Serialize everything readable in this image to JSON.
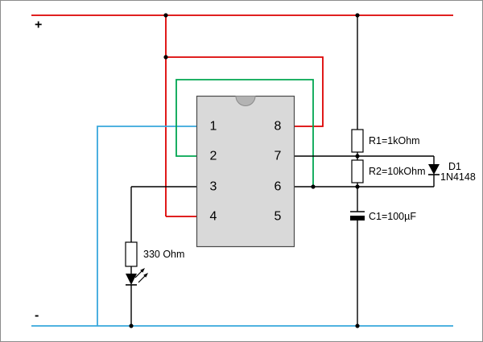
{
  "diagram": {
    "power_rails": {
      "positive_label": "+",
      "negative_label": "-"
    },
    "ic": {
      "left_pins": [
        "1",
        "2",
        "3",
        "4"
      ],
      "right_pins": [
        "8",
        "7",
        "6",
        "5"
      ]
    },
    "labels": {
      "r1": "R1=1kOhm",
      "r2": "R2=10kOhm",
      "c1": "C1=100µF",
      "d1_name": "D1",
      "d1_part": "1N4148",
      "led_resistor": "330 Ohm"
    },
    "colors": {
      "positive_wire": "#dc0000",
      "negative_wire": "#38a8dc",
      "signal_wire": "#00a651",
      "black_wire": "#000000",
      "ic_fill": "#d9d9d9",
      "ic_notch_fill": "#b3b3b3"
    }
  }
}
